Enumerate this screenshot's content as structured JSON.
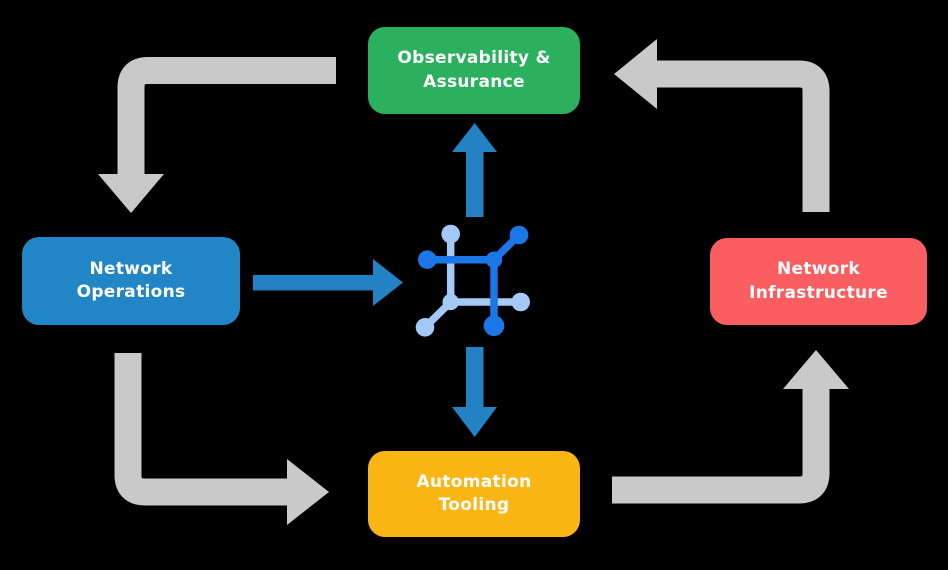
{
  "diagram": {
    "title": "Network automation cycle diagram",
    "background": "#000000",
    "nodes": {
      "observability": {
        "label_line1": "Observability &",
        "label_line2": "Assurance",
        "color": "#2bb05e"
      },
      "operations": {
        "label_line1": "Network",
        "label_line2": "Operations",
        "color": "#2285c5"
      },
      "infrastructure": {
        "label_line1": "Network",
        "label_line2": "Infrastructure",
        "color": "#fb5e61"
      },
      "automation": {
        "label_line1": "Automation",
        "label_line2": "Tooling",
        "color": "#fbb615"
      }
    },
    "center_icon": "network-fabric-icon",
    "arrows": {
      "cycle": [
        {
          "from": "Observability & Assurance",
          "to": "Network Operations"
        },
        {
          "from": "Network Operations",
          "to": "Automation Tooling"
        },
        {
          "from": "Automation Tooling",
          "to": "Network Infrastructure"
        },
        {
          "from": "Network Infrastructure",
          "to": "Observability & Assurance"
        }
      ],
      "flow": [
        {
          "from": "Network Operations",
          "to": "center-icon"
        },
        {
          "from": "center-icon",
          "to": "Observability & Assurance"
        },
        {
          "from": "center-icon",
          "to": "Automation Tooling"
        }
      ]
    },
    "colors": {
      "cycle_arrow": "#c9c9c9",
      "flow_arrow": "#2282c3",
      "icon_dark": "#1b76e8",
      "icon_light": "#a5c9f6",
      "label_text": "#ffffff"
    }
  }
}
